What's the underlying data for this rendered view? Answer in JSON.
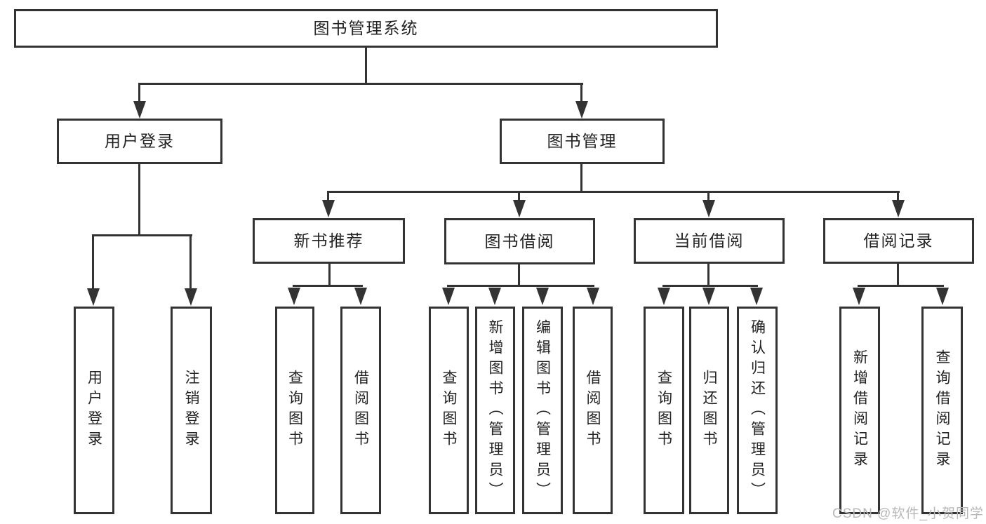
{
  "colors": {
    "background": "#ffffff",
    "line": "#333333",
    "text": "#222222",
    "watermark": "#b8b8b8"
  },
  "tree": {
    "label": "图书管理系统",
    "children": [
      {
        "label": "用户登录",
        "children": [
          {
            "label": "用户登录"
          },
          {
            "label": "注销登录"
          }
        ]
      },
      {
        "label": "图书管理",
        "children": [
          {
            "label": "新书推荐",
            "children": [
              {
                "label": "查询图书"
              },
              {
                "label": "借阅图书"
              }
            ]
          },
          {
            "label": "图书借阅",
            "children": [
              {
                "label": "查询图书"
              },
              {
                "label": "新增图书（管理员）"
              },
              {
                "label": "编辑图书（管理员）"
              },
              {
                "label": "借阅图书"
              }
            ]
          },
          {
            "label": "当前借阅",
            "children": [
              {
                "label": "查询图书"
              },
              {
                "label": "归还图书"
              },
              {
                "label": "确认归还（管理员）"
              }
            ]
          },
          {
            "label": "借阅记录",
            "children": [
              {
                "label": "新增借阅记录"
              },
              {
                "label": "查询借阅记录"
              }
            ]
          }
        ]
      }
    ]
  },
  "watermark": {
    "text": "CSDN @软件_小贺同学"
  }
}
